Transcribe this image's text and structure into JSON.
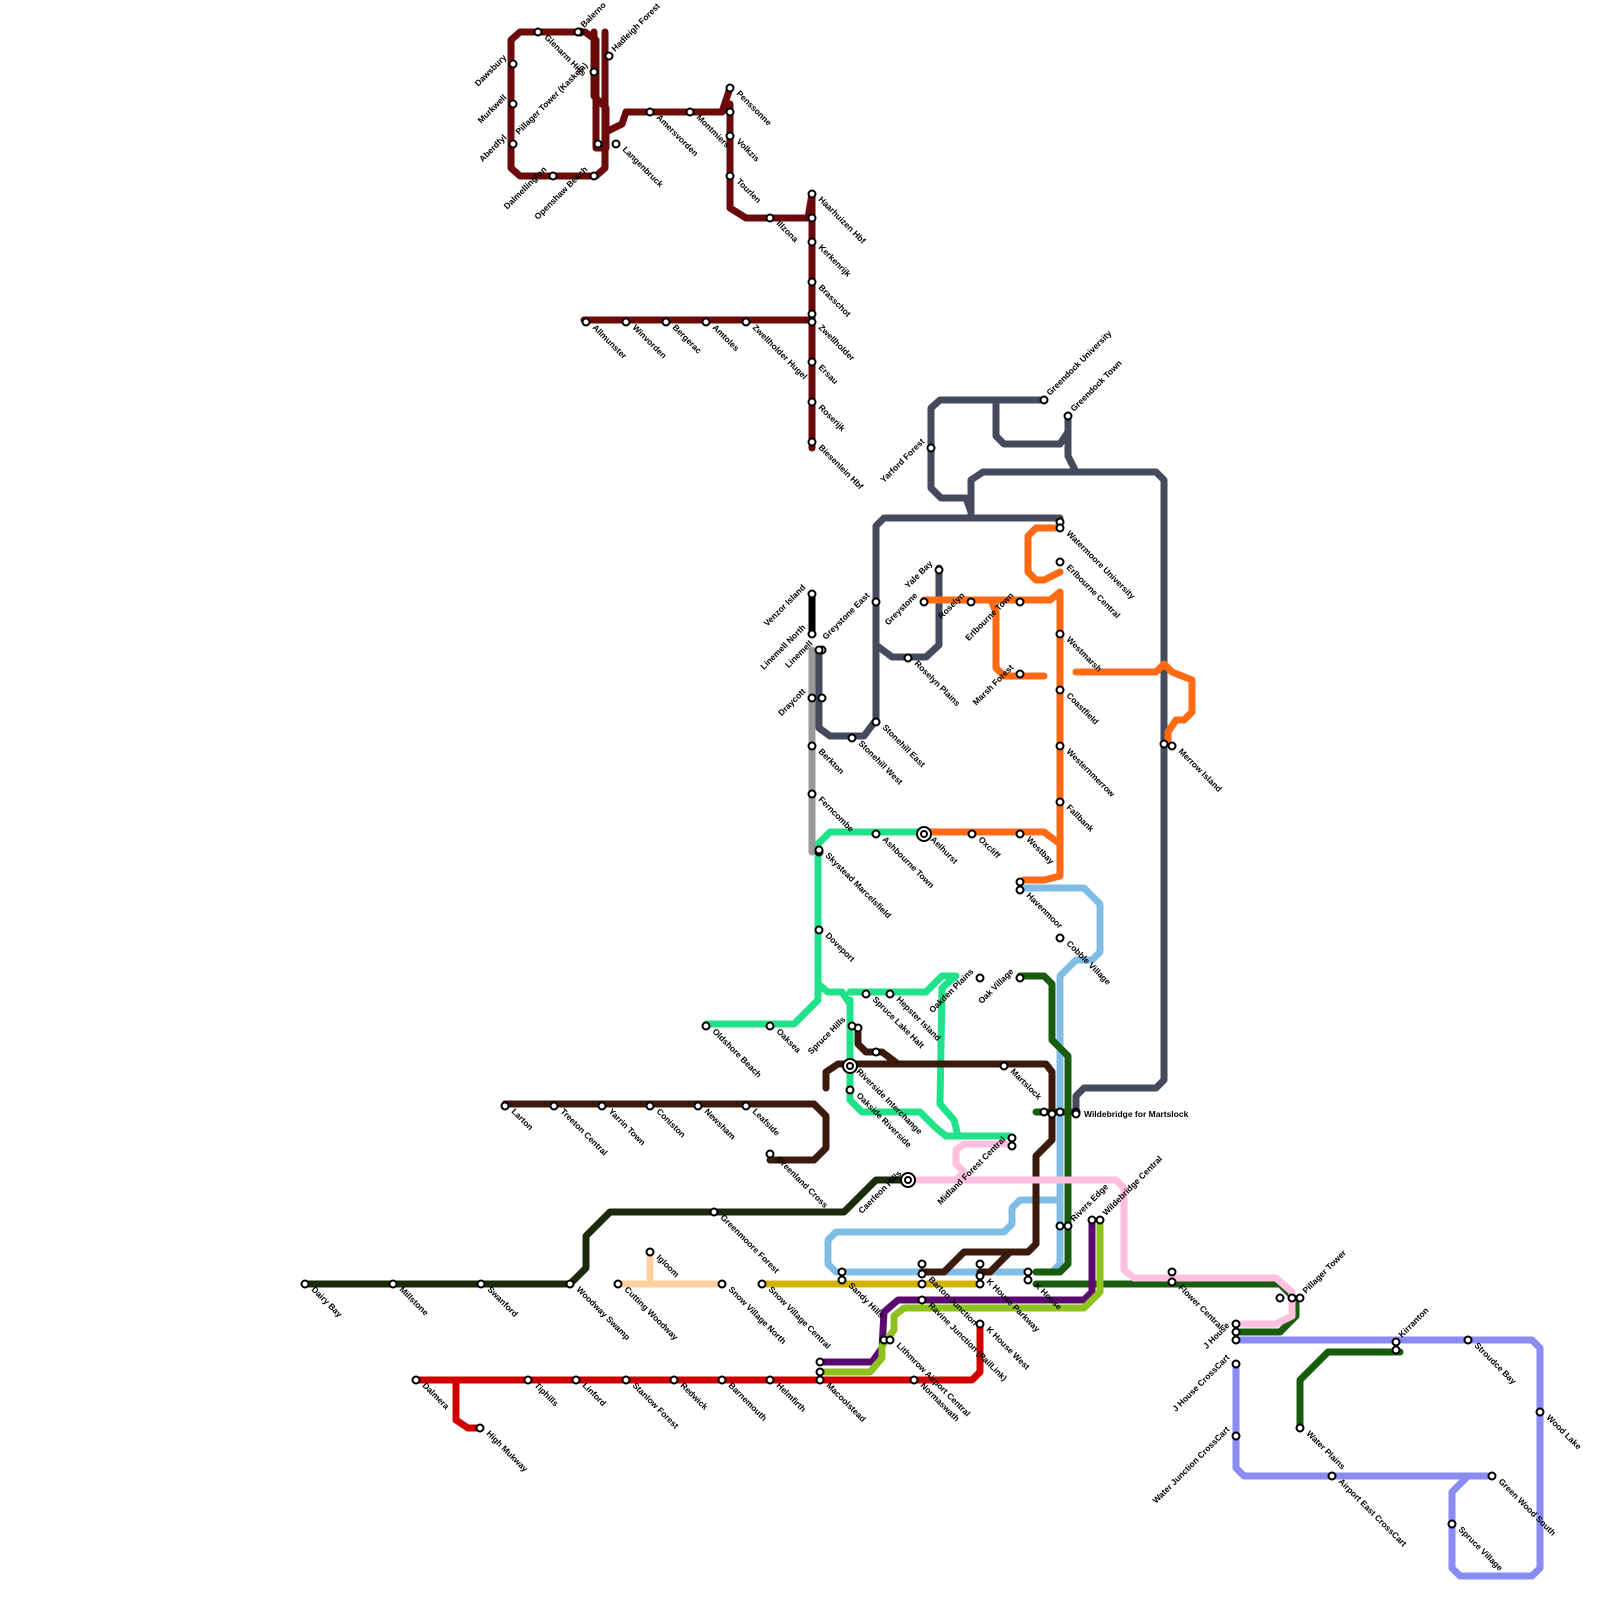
{
  "lines": [
    {
      "id": "maroon",
      "color": "#6b0a0a"
    },
    {
      "id": "slate",
      "color": "#454b5c"
    },
    {
      "id": "orange",
      "color": "#ff6a13"
    },
    {
      "id": "mint",
      "color": "#1fe38a"
    },
    {
      "id": "lightblue",
      "color": "#7fbde6"
    },
    {
      "id": "darkgreen",
      "color": "#1a5c0f"
    },
    {
      "id": "brown",
      "color": "#3b1a0c"
    },
    {
      "id": "pink",
      "color": "#ffc0e0"
    },
    {
      "id": "darkolive",
      "color": "#1b2a0d"
    },
    {
      "id": "red",
      "color": "#d00000"
    },
    {
      "id": "purple",
      "color": "#5a0a6e"
    },
    {
      "id": "lime",
      "color": "#8dc21f"
    },
    {
      "id": "gold",
      "color": "#d4b300"
    },
    {
      "id": "peach",
      "color": "#ffd09e"
    },
    {
      "id": "periwinkle",
      "color": "#8a8cf5"
    },
    {
      "id": "grey",
      "color": "#9a9a9a"
    },
    {
      "id": "black",
      "color": "#000000"
    }
  ],
  "stations": {
    "Dawsbury": "Dawsbury",
    "Glenarm Hills": "Glenarm Hills",
    "Balerno": "Balerno",
    "Hadleigh Forest": "Hadleigh Forest",
    "Murkwell": "Murkwell",
    "Pillager Tower (Kaskela)": "Pillager Tower (Kaskela)",
    "Aberdfyl": "Aberdfyl",
    "Dalmellington": "Dalmellington",
    "Openshaw Beach": "Openshaw Beach",
    "Langenbruck": "Langenbruck",
    "Amersvorden": "Amersvorden",
    "Montmiers": "Montmiers",
    "Penssonne": "Penssonne",
    "Volkzis": "Volkzis",
    "Tourlen": "Tourlen",
    "Illzona": "Illzona",
    "Haarhuizen Hbf": "Haarhuizen Hbf",
    "Kerkenrijk": "Kerkenrijk",
    "Brasschot": "Brasschot",
    "Zwellholder": "Zwellholder",
    "Ersau": "Ersau",
    "Roserijk": "Roserijk",
    "Biesenlein Hbf": "Biesenlein Hbf",
    "Allmunster": "Allmunster",
    "Winvorden": "Winvorden",
    "Bergerac": "Bergerac",
    "Amtoles": "Amtoles",
    "Zwellholder Hugel": "Zwellholder Hugel",
    "Greendock University": "Greendock University",
    "Greendock Town": "Greendock Town",
    "Yarford Forest": "Yarford Forest",
    "Watermoore University": "Watermoore University",
    "Erlbourne Central": "Erlbourne Central",
    "Greystone East": "Greystone East",
    "Yale Bay": "Yale Bay",
    "Greystone": "Greystone",
    "Roselyn": "Roselyn",
    "Erlbourne Town": "Erlbourne Town",
    "Roselyn Plains": "Roselyn Plains",
    "Marsh Forest": "Marsh Forest",
    "Westmarsh": "Westmarsh",
    "Coastfield": "Coastfield",
    "Westernmerrow": "Westernmerrow",
    "Merrow Island": "Merrow Island",
    "Fallbank": "Fallbank",
    "Venzor Island": "Venzor Island",
    "Linemell North": "Linemell North",
    "Linemell": "Linemell",
    "Draycott": "Draycott",
    "Stonehill East": "Stonehill East",
    "Stonehill West": "Stonehill West",
    "Berkton": "Berkton",
    "Ferncombe": "Ferncombe",
    "Skystead Marcelsfield": "Skystead Marcelsfield",
    "Ashbourne Town": "Ashbourne Town",
    "Aelhurst": "Aelhurst",
    "Oxcliff": "Oxcliff",
    "Westbay": "Westbay",
    "Havenmoor": "Havenmoor",
    "Doveport": "Doveport",
    "Cobble Village": "Cobble Village",
    "Oakden Plains": "Oakden Plains",
    "Oak Village": "Oak Village",
    "Oldshore Beach": "Oldshore Beach",
    "Oaksea": "Oaksea",
    "Spruce Lake Halt": "Spruce Lake Halt",
    "Hepster Island": "Hepster Island",
    "Spruce Hills": "Spruce Hills",
    "Riverside Interchange": "Riverside Interchange",
    "Oakside Riverside": "Oakside Riverside",
    "Martslock": "Martslock",
    "Wildebridge for Martslock": "Wildebridge for Martslock",
    "Larton": "Larton",
    "Treeton Central": "Treeton Central",
    "Yarrin Town": "Yarrin Town",
    "Coniston": "Coniston",
    "Newsham": "Newsham",
    "Leafside": "Leafside",
    "Greenland Cross": "Greenland Cross",
    "Midland Forest Central": "Midland Forest Central",
    "Caerleon Hills": "Caerleon Hills",
    "Greenmoore Forest": "Greenmoore Forest",
    "Rivers Edge": "Rivers Edge",
    "Wildebridge Central": "Wildebridge Central",
    "Dairy Bay": "Dairy Bay",
    "Millstone": "Millstone",
    "Swanford": "Swanford",
    "Woodway Swamp": "Woodway Swamp",
    "Igloom": "Igloom",
    "Cutting Woodway": "Cutting Woodway",
    "Snow Village North": "Snow Village North",
    "Snow Village Central": "Snow Village Central",
    "Sandy Hills": "Sandy Hills",
    "Barton Junction": "Barton Junction",
    "Ravine Junction (RailLink)": "Ravine Junction (RailLink)",
    "K House Parkway": "K House Parkway",
    "K House": "K House",
    "K House West": "K House West",
    "Flower Central": "Flower Central",
    "Pillager Tower": "Pillager Tower",
    "J House": "J House",
    "Kirranton": "Kirranton",
    "Stroudce Bay": "Stroudce Bay",
    "J House CrossCart": "J House CrossCart",
    "Wood Lake": "Wood Lake",
    "Water Plains": "Water Plains",
    "Water Junction CrossCart": "Water Junction CrossCart",
    "Airport East CrossCart": "Airport East CrossCart",
    "Green Wood South": "Green Wood South",
    "Spruce Village": "Spruce Village",
    "Dalmera": "Dalmera",
    "Tiphills": "Tiphills",
    "Linford": "Linford",
    "Stanlow Forest": "Stanlow Forest",
    "Redwick": "Redwick",
    "Barnemouth": "Barnemouth",
    "Helmfirth": "Helmfirth",
    "Macoolstead": "Macoolstead",
    "Lithmrow Airport Central": "Lithmrow Airport Central",
    "Normaswath": "Normaswath",
    "High Mukway": "High Mukway"
  }
}
